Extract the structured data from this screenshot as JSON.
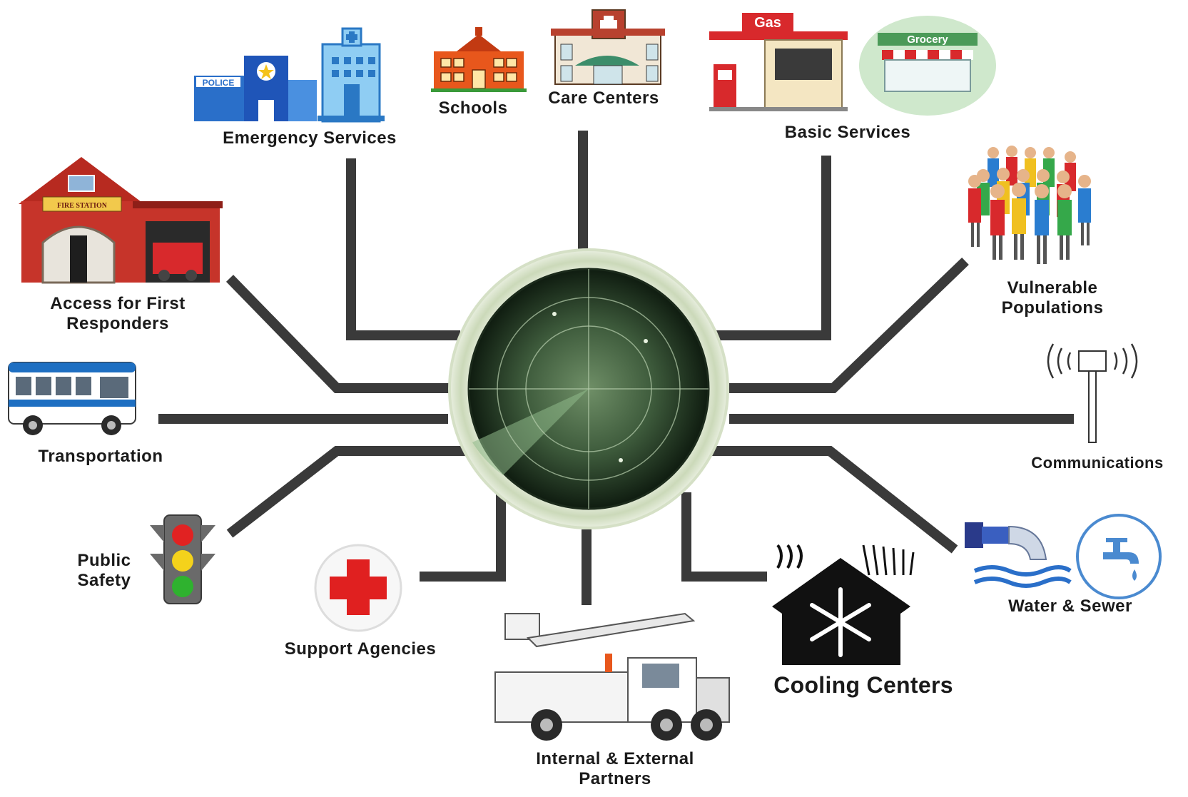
{
  "center": {
    "icon": "radar-icon"
  },
  "colors": {
    "connector": "#3a3a3a",
    "radar_ring": "#dfe8d3",
    "radar_screen": "#2f4a2f",
    "sweep": "#8fb98a"
  },
  "nodes": {
    "emergency_services": {
      "label": "Emergency Services",
      "icon": "police-hospital-icon"
    },
    "schools": {
      "label": "Schools",
      "icon": "school-building-icon"
    },
    "care_centers": {
      "label": "Care Centers",
      "icon": "care-center-icon"
    },
    "basic_services": {
      "label": "Basic Services",
      "icon": "gas-grocery-icon",
      "gas_sign": "Gas",
      "grocery_sign": "Grocery"
    },
    "vulnerable_populations": {
      "line1": "Vulnerable",
      "line2": "Populations",
      "icon": "crowd-icon"
    },
    "access_first_responders": {
      "line1": "Access for First",
      "line2": "Responders",
      "icon": "fire-station-icon",
      "sign": "FIRE STATION"
    },
    "transportation": {
      "label": "Transportation",
      "icon": "bus-icon"
    },
    "communications": {
      "label": "Communications",
      "icon": "cell-tower-icon"
    },
    "public_safety": {
      "line1": "Public",
      "line2": "Safety",
      "icon": "traffic-light-icon"
    },
    "support_agencies": {
      "label": "Support Agencies",
      "icon": "red-cross-icon"
    },
    "internal_external_partners": {
      "line1": "Internal & External",
      "line2": "Partners",
      "icon": "bucket-truck-icon"
    },
    "cooling_centers": {
      "label": "Cooling Centers",
      "icon": "snowflake-house-icon"
    },
    "water_sewer": {
      "label": "Water & Sewer",
      "icon": "pipe-faucet-icon"
    }
  }
}
